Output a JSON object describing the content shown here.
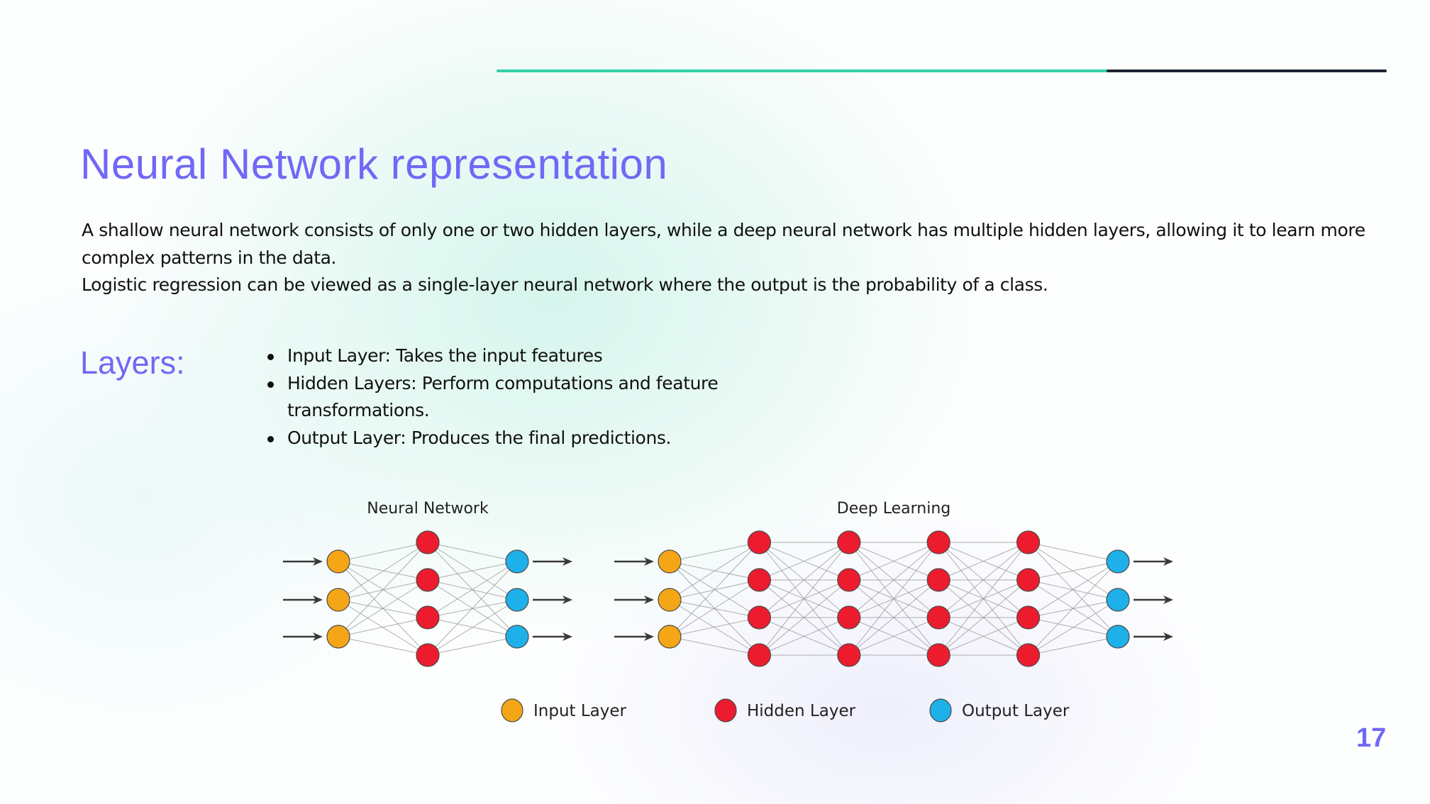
{
  "slide": {
    "title": "Neural Network representation",
    "intro_paragraphs": [
      "A shallow neural network consists of only one or two hidden layers, while a deep neural network has multiple hidden layers, allowing it to learn more complex patterns in the data.",
      "Logistic regression can be viewed as a single-layer neural network where the output is the probability of a class."
    ],
    "layers_heading": "Layers:",
    "bullets": [
      "Input Layer: Takes the input features",
      "Hidden Layers: Perform computations and feature transformations.",
      "Output Layer: Produces the final predictions."
    ],
    "page_number": "17",
    "colors": {
      "accent": "#7168f6",
      "top_bar_teal": "#34d1a5",
      "top_bar_dark": "#1e2533"
    }
  },
  "diagram": {
    "networks": [
      {
        "title": "Neural Network",
        "layers": [
          {
            "type": "input",
            "nodes": 3
          },
          {
            "type": "hidden",
            "nodes": 4
          },
          {
            "type": "output",
            "nodes": 3
          }
        ]
      },
      {
        "title": "Deep Learning",
        "layers": [
          {
            "type": "input",
            "nodes": 3
          },
          {
            "type": "hidden",
            "nodes": 4
          },
          {
            "type": "hidden",
            "nodes": 4
          },
          {
            "type": "hidden",
            "nodes": 4
          },
          {
            "type": "hidden",
            "nodes": 4
          },
          {
            "type": "output",
            "nodes": 3
          }
        ]
      }
    ],
    "legend": [
      {
        "type": "input",
        "label": "Input Layer",
        "color": "#f5a617"
      },
      {
        "type": "hidden",
        "label": "Hidden Layer",
        "color": "#ec1c2e"
      },
      {
        "type": "output",
        "label": "Output Layer",
        "color": "#1eb0e8"
      }
    ]
  }
}
